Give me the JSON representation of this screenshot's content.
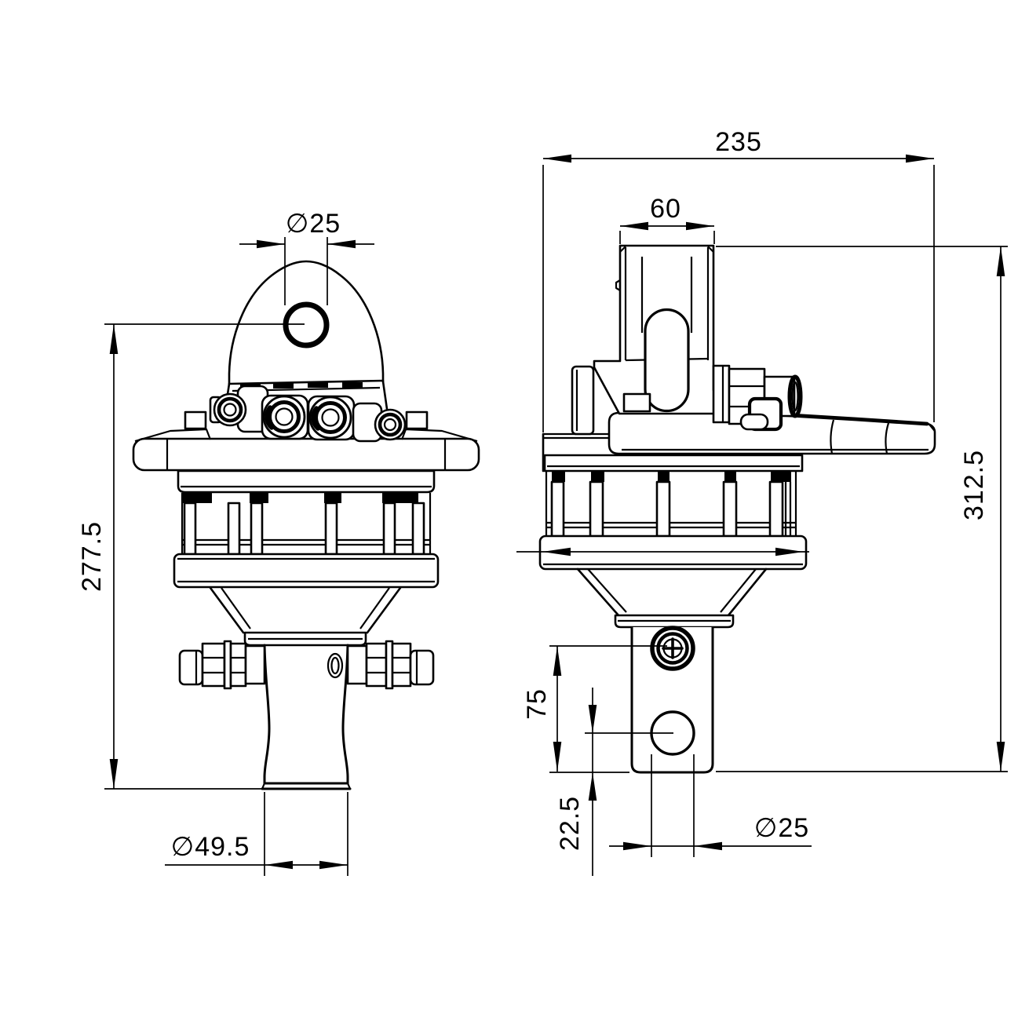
{
  "drawing": {
    "description": "Two-view orthographic technical drawing of a hydraulic rotator with dimension annotations",
    "colors": {
      "line": "#000000",
      "background": "#ffffff"
    },
    "views": {
      "front": {
        "label": "front-view",
        "dims": {
          "pin_hole_dia": "∅25",
          "overall_height": "277.5",
          "shaft_dia": "∅49.5"
        }
      },
      "side": {
        "label": "side-view",
        "dims": {
          "overall_width": "235",
          "clevis_width": "60",
          "overall_height": "312.5",
          "grease_fitting_height": "75",
          "pin_hole_offset": "22.5",
          "pin_hole_dia": "∅25"
        }
      }
    }
  }
}
